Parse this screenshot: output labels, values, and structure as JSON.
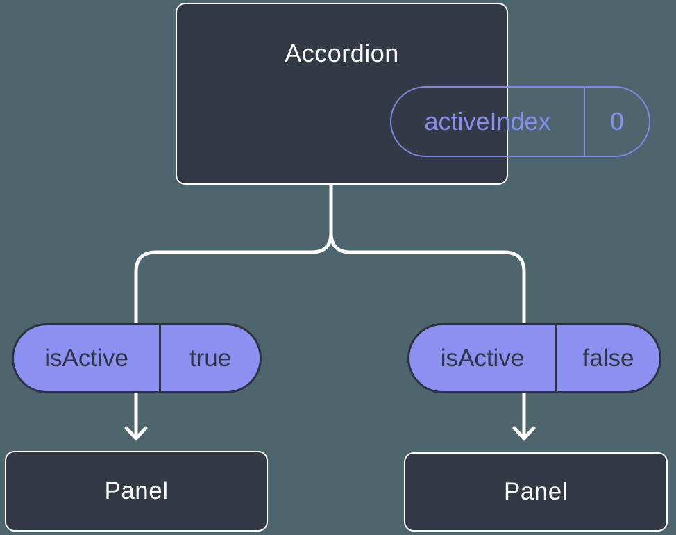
{
  "diagram": {
    "root": {
      "title": "Accordion",
      "prop_name": "activeIndex",
      "prop_value": "0"
    },
    "children": [
      {
        "prop_name": "isActive",
        "prop_value": "true",
        "label": "Panel"
      },
      {
        "prop_name": "isActive",
        "prop_value": "false",
        "label": "Panel"
      }
    ],
    "colors": {
      "background": "#4d666e",
      "node_fill": "#333a46",
      "node_border": "#ffffff",
      "state_pill_fill": "#8c90f0",
      "state_pill_border": "#2d3440",
      "accent_purple": "#8185e6",
      "connector_line": "#ffffff"
    }
  }
}
